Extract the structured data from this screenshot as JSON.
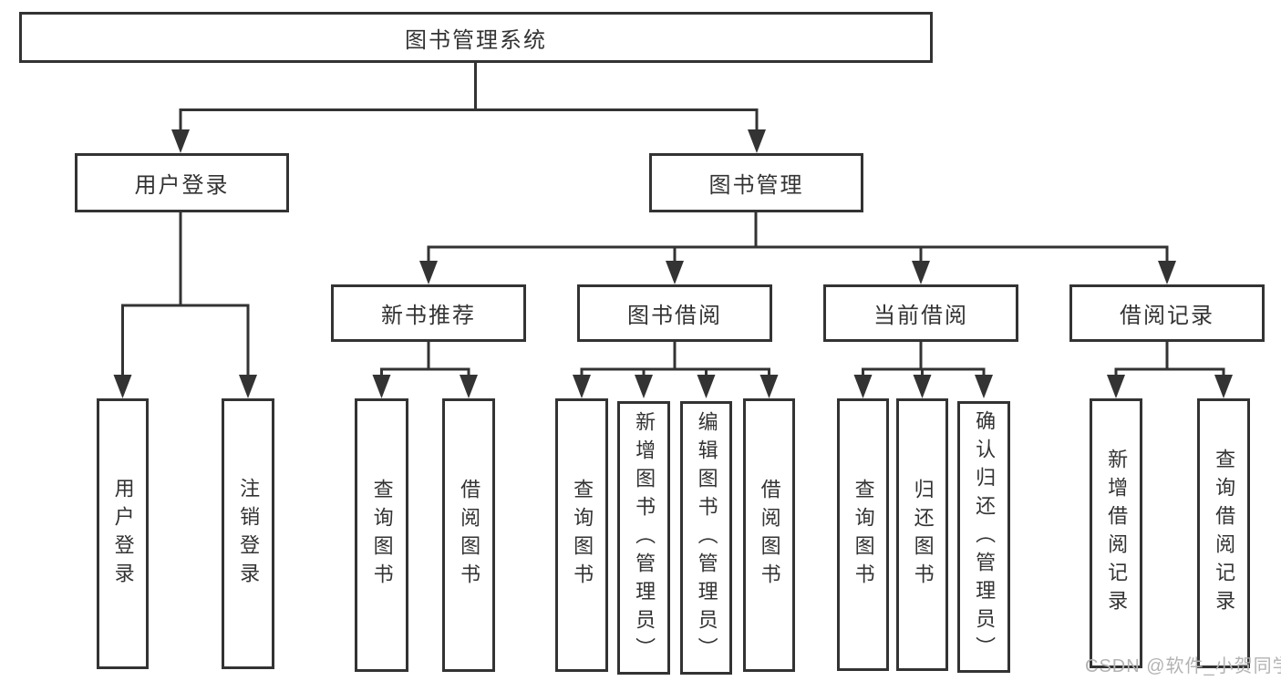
{
  "diagram_title": "图书管理系统",
  "tree": {
    "root": {
      "label": "图书管理系统"
    },
    "branches": [
      {
        "label": "用户登录",
        "children": [
          {
            "label": "用户登录"
          },
          {
            "label": "注销登录"
          }
        ]
      },
      {
        "label": "图书管理",
        "children": [
          {
            "label": "新书推荐",
            "children": [
              {
                "label": "查询图书"
              },
              {
                "label": "借阅图书"
              }
            ]
          },
          {
            "label": "图书借阅",
            "children": [
              {
                "label": "查询图书"
              },
              {
                "label": "新增图书（管理员）"
              },
              {
                "label": "编辑图书（管理员）"
              },
              {
                "label": "借阅图书"
              }
            ]
          },
          {
            "label": "当前借阅",
            "children": [
              {
                "label": "查询图书"
              },
              {
                "label": "归还图书"
              },
              {
                "label": "确认归还（管理员）"
              }
            ]
          },
          {
            "label": "借阅记录",
            "children": [
              {
                "label": "新增借阅记录"
              },
              {
                "label": "查询借阅记录"
              }
            ]
          }
        ]
      }
    ]
  },
  "watermark": {
    "text": "CSDN @软件_小贺同学"
  },
  "colors": {
    "line": "#333333",
    "box_border": "#333333",
    "text": "#333333",
    "background": "#ffffff",
    "watermark": "#b3b3b3"
  }
}
